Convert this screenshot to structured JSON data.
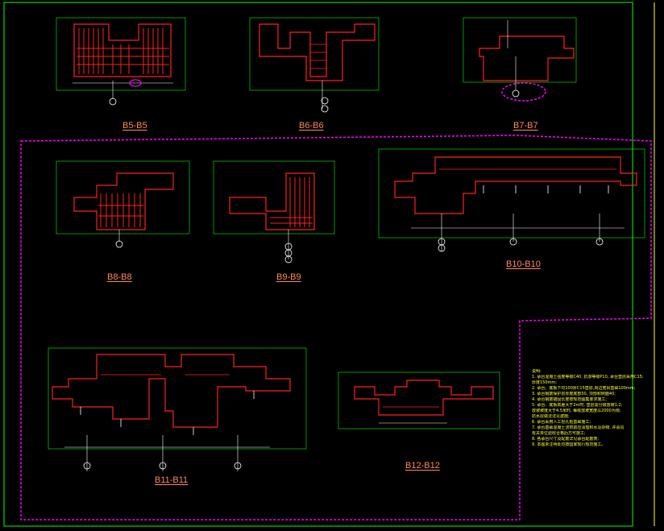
{
  "colors": {
    "background": "#000000",
    "red": "#ff2020",
    "green": "#00ff00",
    "white": "#ffffff",
    "yellow": "#ffff33",
    "magenta": "#ff00ff",
    "cyan": "#00ffff",
    "title": "#ff8a5c"
  },
  "sections": [
    {
      "id": "b5",
      "title": "B5-B5"
    },
    {
      "id": "b6",
      "title": "B6-B6"
    },
    {
      "id": "b7",
      "title": "B7-B7"
    },
    {
      "id": "b8",
      "title": "B8-B8"
    },
    {
      "id": "b9",
      "title": "B9-B9"
    },
    {
      "id": "b10",
      "title": "B10-B10"
    },
    {
      "id": "b11",
      "title": "B11-B11"
    },
    {
      "id": "b12",
      "title": "B12-B12"
    }
  ],
  "notes": {
    "heading": "说明:",
    "lines": [
      "1. 承台混凝土强度等级C40, 抗渗等级P10, 承台垫层采用C15;",
      "   厚度150mm;",
      "2. 承台、底板下均100厚C15垫层,周边宽出基础100mm;",
      "3. 承台钢筋保护层厚度底部50, 顶部和侧面40;",
      "4. 承台钢筋锚固长度按规范图集要求施工;",
      "5. 承台、底板高差大于2m时, 垫层需分级放坡1:2;",
      "   放坡坡度大于4.5米时, 每级放坡宽度以2000为限;",
      "   防水层做法详见建施;",
      "6. 承台采用人工挖孔桩基础施工;",
      "7. 承台基础混凝土浇筑前应清理积水及杂物, 并会同",
      "   有关单位验收合格后方可施工;",
      "8. 各承台尺寸及配筋详见承台配筋表;",
      "9. 本图未注明处均按国家现行规范施工。"
    ]
  }
}
